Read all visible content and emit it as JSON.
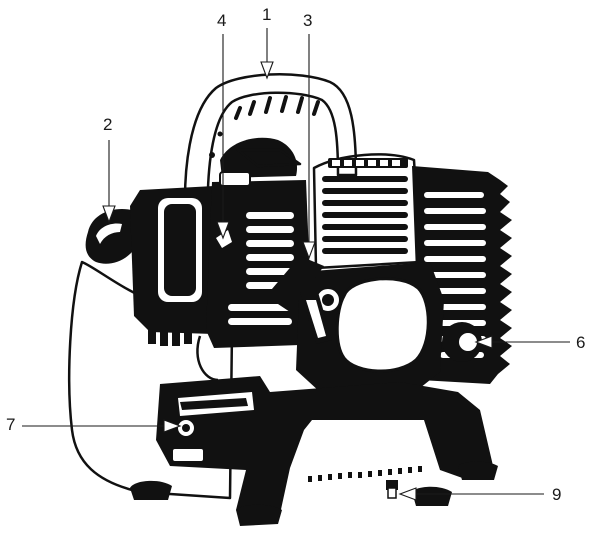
{
  "figure": {
    "labels": {
      "l1": "1",
      "l2": "2",
      "l3": "3",
      "l4": "4",
      "l6": "6",
      "l7": "7",
      "l9": "9"
    }
  },
  "colors": {
    "ink": "#111111",
    "paper": "#ffffff"
  }
}
